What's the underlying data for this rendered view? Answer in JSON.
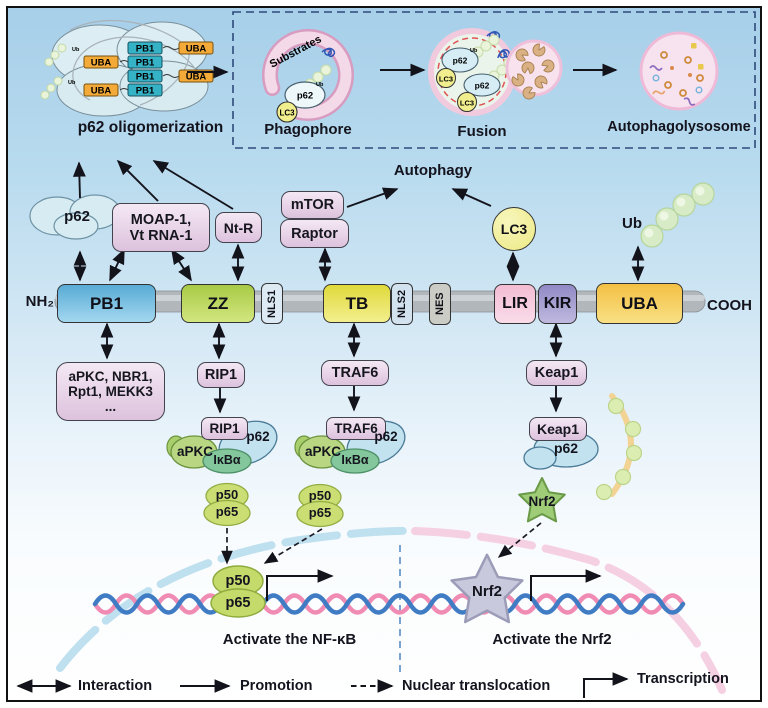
{
  "top": {
    "oligomer_title": "p62 oligomerization",
    "pb1": "PB1",
    "uba": "UBA",
    "ub": "Ub",
    "substrates": "Substrates",
    "p62": "p62",
    "lc3": "LC3",
    "phagophore": "Phagophore",
    "fusion": "Fusion",
    "autophagolysosome": "Autophagolysosome",
    "autophagy": "Autophagy"
  },
  "interactors": {
    "p62": "p62",
    "moap_line1": "MOAP-1,",
    "moap_line2": "Vt RNA-1",
    "ntr": "Nt-R",
    "mtor": "mTOR",
    "raptor": "Raptor",
    "lc3": "LC3",
    "ub": "Ub",
    "apkc_line1": "aPKC, NBR1,",
    "apkc_line2": "Rpt1, MEKK3",
    "apkc_line3": "...",
    "rip1": "RIP1",
    "traf6": "TRAF6",
    "keap1": "Keap1"
  },
  "bar": {
    "nh2": "NH₂",
    "cooh": "COOH",
    "domains": [
      {
        "label": "PB1"
      },
      {
        "label": "ZZ"
      },
      {
        "label": "NLS1"
      },
      {
        "label": "TB"
      },
      {
        "label": "NLS2"
      },
      {
        "label": "NES"
      },
      {
        "label": "LIR"
      },
      {
        "label": "KIR"
      },
      {
        "label": "UBA"
      }
    ]
  },
  "complexes": {
    "rip1": "RIP1",
    "traf6": "TRAF6",
    "keap1": "Keap1",
    "p62": "p62",
    "apkc": "aPKC",
    "ikba": "IκBα",
    "p50": "p50",
    "p65": "p65",
    "nrf2": "Nrf2"
  },
  "nucleus": {
    "p50": "p50",
    "p65": "p65",
    "nrf2": "Nrf2",
    "activate_nfkb": "Activate the NF-κB",
    "activate_nrf2": "Activate the Nrf2"
  },
  "legend": {
    "interaction": "Interaction",
    "promotion": "Promotion",
    "nuclear_translocation": "Nuclear translocation",
    "transcription": "Transcription"
  },
  "colors": {
    "pb1_domain": "#58abd6",
    "zz_domain": "#a7ca45",
    "tb_domain": "#dfd93b",
    "lir_domain": "#f3bcd3",
    "kir_domain": "#9089c5",
    "uba_domain": "#f3c044",
    "interactor_box": "#ddc2dd",
    "dna_blue": "#3f7cc4",
    "dna_pink": "#f08cb4",
    "nfkb_green": "#c4da6a",
    "nrf2_green": "#9fcc77",
    "nrf2_nuclear_gray": "#c9c9dd"
  }
}
